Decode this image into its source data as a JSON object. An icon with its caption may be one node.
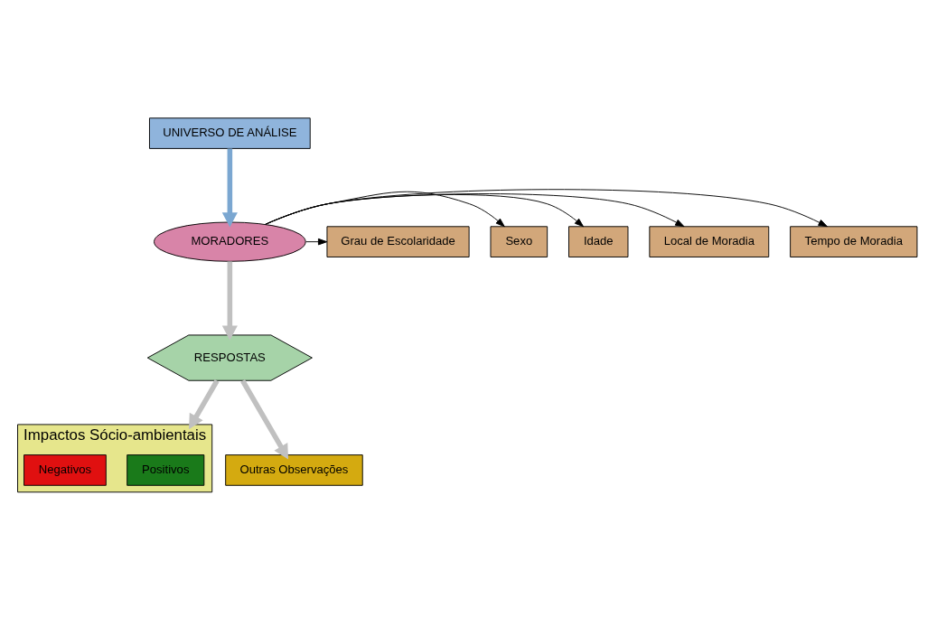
{
  "diagram": {
    "nodes": [
      {
        "text": [
          "UNIVERSO DE ANÁLISE"
        ]
      },
      {
        "text": [
          "MORADORES"
        ]
      },
      {
        "text": [
          "Tempo de Moradia"
        ]
      },
      {
        "text": [
          "Local de Moradia"
        ]
      },
      {
        "text": [
          "Idade"
        ]
      },
      {
        "text": [
          "Sexo"
        ]
      },
      {
        "text": [
          "Grau de Escolaridade"
        ]
      },
      {
        "text": [
          "RESPOSTAS"
        ]
      },
      {
        "text": [
          "Impactos Sócio-ambientais"
        ]
      },
      {
        "text": [
          "Positivos"
        ],
        "in": 8
      },
      {
        "text": [
          "Negativos"
        ],
        "in": 8
      },
      {
        "text": [
          "Outras Observações"
        ]
      }
    ],
    "edges": [
      {
        "from": 0,
        "to": 1,
        "arrow": "to",
        "style": "thick",
        "color": "#7ba7d1"
      },
      {
        "from": 1,
        "to": 2,
        "arrow": "to"
      },
      {
        "from": 1,
        "to": 3,
        "arrow": "to"
      },
      {
        "from": 1,
        "to": 4,
        "arrow": "to"
      },
      {
        "from": 1,
        "to": 5,
        "arrow": "to"
      },
      {
        "from": 1,
        "to": 6,
        "arrow": "to"
      },
      {
        "from": 1,
        "to": 7,
        "arrow": "to",
        "style": "thick",
        "color": "#c0c0c0"
      },
      {
        "from": 7,
        "to": 8,
        "arrow": "to",
        "style": "thick",
        "color": "#c0c0c0"
      },
      {
        "from": 7,
        "to": 11,
        "arrow": "to",
        "style": "thick",
        "color": "#c0c0c0"
      }
    ]
  }
}
